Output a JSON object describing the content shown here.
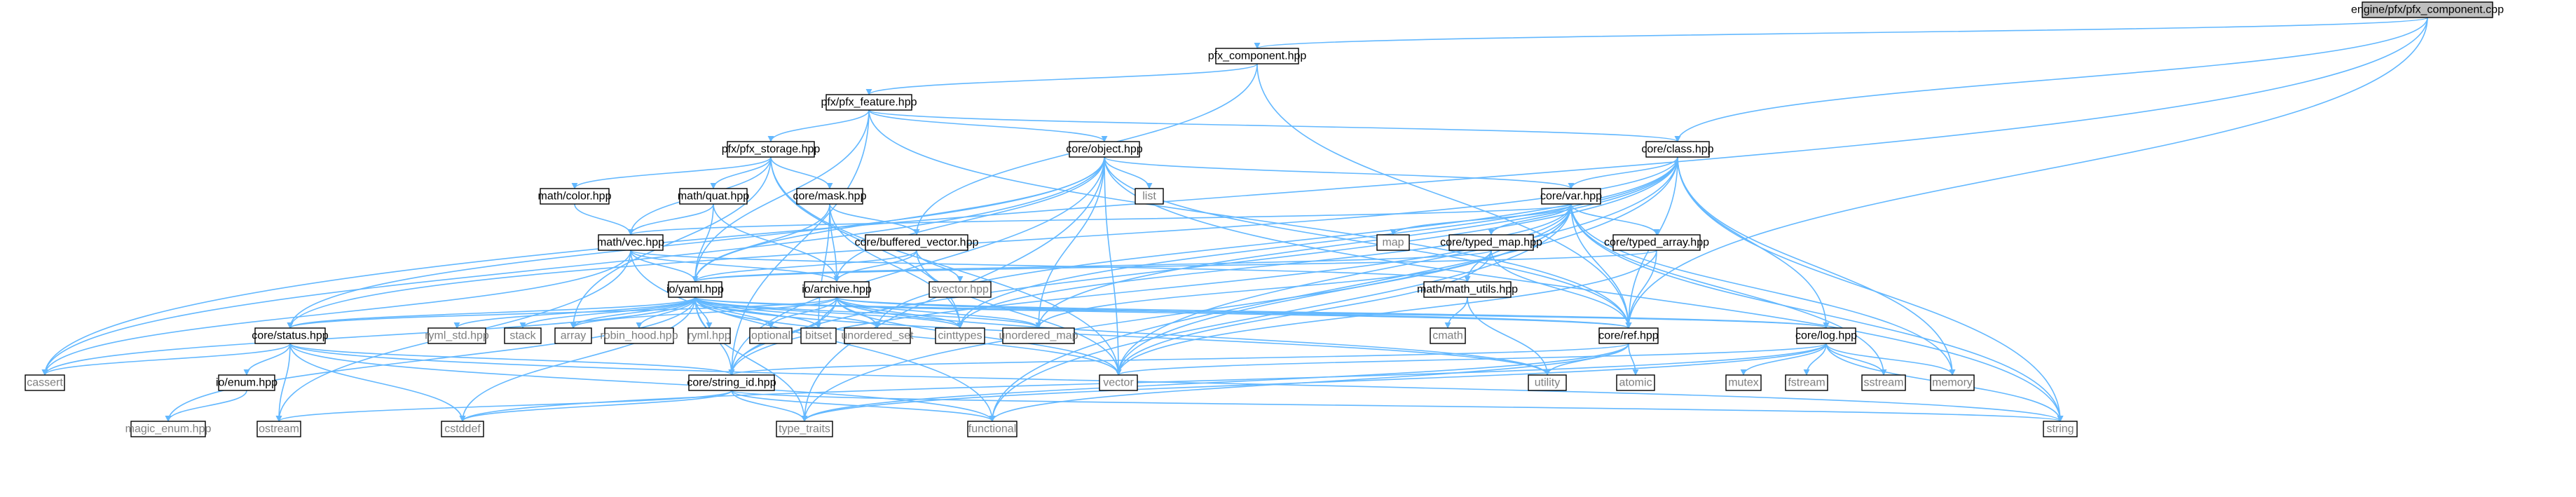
{
  "graph": {
    "style": {
      "edge_color": "#63b8ff",
      "root_fill": "#bfbfbf",
      "normal_fill": "#ffffff",
      "normal_stroke": "#000000",
      "incomplete_stroke": "#ff0000",
      "external_stroke": "#bfbfbf",
      "normal_text": "#000000",
      "external_text": "#7f7f7f"
    },
    "nodes": [
      {
        "id": "pfx_component_cpp",
        "label": "engine/pfx/pfx_component.cpp",
        "kind": "root"
      },
      {
        "id": "pfx_component_hpp",
        "label": "pfx_component.hpp",
        "kind": "normal"
      },
      {
        "id": "pfx_feature_hpp",
        "label": "pfx/pfx_feature.hpp",
        "kind": "normal"
      },
      {
        "id": "pfx_storage_hpp",
        "label": "pfx/pfx_storage.hpp",
        "kind": "normal"
      },
      {
        "id": "core_object_hpp",
        "label": "core/object.hpp",
        "kind": "normal"
      },
      {
        "id": "core_class_hpp",
        "label": "core/class.hpp",
        "kind": "normal"
      },
      {
        "id": "math_color_hpp",
        "label": "math/color.hpp",
        "kind": "normal"
      },
      {
        "id": "math_quat_hpp",
        "label": "math/quat.hpp",
        "kind": "incomplete"
      },
      {
        "id": "core_mask_hpp",
        "label": "core/mask.hpp",
        "kind": "incomplete"
      },
      {
        "id": "list",
        "label": "list",
        "kind": "external"
      },
      {
        "id": "core_var_hpp",
        "label": "core/var.hpp",
        "kind": "normal"
      },
      {
        "id": "math_vec_hpp",
        "label": "math/vec.hpp",
        "kind": "incomplete"
      },
      {
        "id": "core_buffered_vector_hpp",
        "label": "core/buffered_vector.hpp",
        "kind": "normal"
      },
      {
        "id": "map",
        "label": "map",
        "kind": "external"
      },
      {
        "id": "core_typed_map_hpp",
        "label": "core/typed_map.hpp",
        "kind": "normal"
      },
      {
        "id": "core_typed_array_hpp",
        "label": "core/typed_array.hpp",
        "kind": "normal"
      },
      {
        "id": "svector_hpp",
        "label": "svector.hpp",
        "kind": "external"
      },
      {
        "id": "io_yaml_hpp",
        "label": "io/yaml.hpp",
        "kind": "normal"
      },
      {
        "id": "io_archive_hpp",
        "label": "io/archive.hpp",
        "kind": "normal"
      },
      {
        "id": "math_math_utils_hpp",
        "label": "math/math_utils.hpp",
        "kind": "normal"
      },
      {
        "id": "cmath",
        "label": "cmath",
        "kind": "external"
      },
      {
        "id": "core_status_hpp",
        "label": "core/status.hpp",
        "kind": "normal"
      },
      {
        "id": "ryml_std_hpp",
        "label": "ryml_std.hpp",
        "kind": "external"
      },
      {
        "id": "stack",
        "label": "stack",
        "kind": "external"
      },
      {
        "id": "array",
        "label": "array",
        "kind": "external"
      },
      {
        "id": "robin_hood_hpp",
        "label": "robin_hood.hpp",
        "kind": "external"
      },
      {
        "id": "ryml_hpp",
        "label": "ryml.hpp",
        "kind": "external"
      },
      {
        "id": "optional",
        "label": "optional",
        "kind": "external"
      },
      {
        "id": "bitset",
        "label": "bitset",
        "kind": "external"
      },
      {
        "id": "unordered_set",
        "label": "unordered_set",
        "kind": "external"
      },
      {
        "id": "cinttypes",
        "label": "cinttypes",
        "kind": "external"
      },
      {
        "id": "unordered_map",
        "label": "unordered_map",
        "kind": "external"
      },
      {
        "id": "core_ref_hpp",
        "label": "core/ref.hpp",
        "kind": "normal"
      },
      {
        "id": "core_log_hpp",
        "label": "core/log.hpp",
        "kind": "normal"
      },
      {
        "id": "io_enum_hpp",
        "label": "io/enum.hpp",
        "kind": "normal"
      },
      {
        "id": "cassert",
        "label": "cassert",
        "kind": "external"
      },
      {
        "id": "core_string_id_hpp",
        "label": "core/string_id.hpp",
        "kind": "normal"
      },
      {
        "id": "vector",
        "label": "vector",
        "kind": "external"
      },
      {
        "id": "utility",
        "label": "utility",
        "kind": "external"
      },
      {
        "id": "atomic",
        "label": "atomic",
        "kind": "external"
      },
      {
        "id": "mutex",
        "label": "mutex",
        "kind": "external"
      },
      {
        "id": "fstream",
        "label": "fstream",
        "kind": "external"
      },
      {
        "id": "sstream",
        "label": "sstream",
        "kind": "external"
      },
      {
        "id": "memory",
        "label": "memory",
        "kind": "external"
      },
      {
        "id": "magic_enum_hpp",
        "label": "magic_enum.hpp",
        "kind": "external"
      },
      {
        "id": "ostream",
        "label": "ostream",
        "kind": "external"
      },
      {
        "id": "cstddef",
        "label": "cstddef",
        "kind": "external"
      },
      {
        "id": "type_traits",
        "label": "type_traits",
        "kind": "external"
      },
      {
        "id": "functional",
        "label": "functional",
        "kind": "external"
      },
      {
        "id": "string",
        "label": "string",
        "kind": "external"
      }
    ],
    "edges": [
      [
        "pfx_component_cpp",
        "pfx_component_hpp"
      ],
      [
        "pfx_component_cpp",
        "core_class_hpp"
      ],
      [
        "pfx_component_cpp",
        "core_ref_hpp"
      ],
      [
        "pfx_component_cpp",
        "cassert"
      ],
      [
        "pfx_component_hpp",
        "pfx_feature_hpp"
      ],
      [
        "pfx_component_hpp",
        "core_buffered_vector_hpp"
      ],
      [
        "pfx_component_hpp",
        "core_ref_hpp"
      ],
      [
        "pfx_feature_hpp",
        "pfx_storage_hpp"
      ],
      [
        "pfx_feature_hpp",
        "core_object_hpp"
      ],
      [
        "pfx_feature_hpp",
        "core_class_hpp"
      ],
      [
        "pfx_feature_hpp",
        "io_yaml_hpp"
      ],
      [
        "pfx_feature_hpp",
        "core_string_id_hpp"
      ],
      [
        "pfx_feature_hpp",
        "core_ref_hpp"
      ],
      [
        "pfx_storage_hpp",
        "math_color_hpp"
      ],
      [
        "pfx_storage_hpp",
        "math_quat_hpp"
      ],
      [
        "pfx_storage_hpp",
        "core_mask_hpp"
      ],
      [
        "pfx_storage_hpp",
        "math_vec_hpp"
      ],
      [
        "pfx_storage_hpp",
        "array"
      ],
      [
        "pfx_storage_hpp",
        "vector"
      ],
      [
        "pfx_storage_hpp",
        "cinttypes"
      ],
      [
        "core_object_hpp",
        "list"
      ],
      [
        "core_object_hpp",
        "core_var_hpp"
      ],
      [
        "core_object_hpp",
        "io_archive_hpp"
      ],
      [
        "core_object_hpp",
        "io_yaml_hpp"
      ],
      [
        "core_object_hpp",
        "core_ref_hpp"
      ],
      [
        "core_object_hpp",
        "core_status_hpp"
      ],
      [
        "core_object_hpp",
        "core_string_id_hpp"
      ],
      [
        "core_object_hpp",
        "unordered_map"
      ],
      [
        "core_object_hpp",
        "vector"
      ],
      [
        "core_object_hpp",
        "type_traits"
      ],
      [
        "core_object_hpp",
        "string"
      ],
      [
        "core_object_hpp",
        "cassert"
      ],
      [
        "core_class_hpp",
        "core_var_hpp"
      ],
      [
        "core_class_hpp",
        "core_ref_hpp"
      ],
      [
        "core_class_hpp",
        "core_log_hpp"
      ],
      [
        "core_class_hpp",
        "core_status_hpp"
      ],
      [
        "core_class_hpp",
        "core_string_id_hpp"
      ],
      [
        "core_class_hpp",
        "unordered_map"
      ],
      [
        "core_class_hpp",
        "unordered_set"
      ],
      [
        "core_class_hpp",
        "cinttypes"
      ],
      [
        "core_class_hpp",
        "memory"
      ],
      [
        "core_class_hpp",
        "functional"
      ],
      [
        "core_class_hpp",
        "string"
      ],
      [
        "core_class_hpp",
        "vector"
      ],
      [
        "math_color_hpp",
        "math_vec_hpp"
      ],
      [
        "math_quat_hpp",
        "math_vec_hpp"
      ],
      [
        "math_quat_hpp",
        "io_yaml_hpp"
      ],
      [
        "math_quat_hpp",
        "io_archive_hpp"
      ],
      [
        "core_mask_hpp",
        "io_yaml_hpp"
      ],
      [
        "core_mask_hpp",
        "io_archive_hpp"
      ],
      [
        "core_mask_hpp",
        "bitset"
      ],
      [
        "core_mask_hpp",
        "cinttypes"
      ],
      [
        "core_mask_hpp",
        "core_buffered_vector_hpp"
      ],
      [
        "core_var_hpp",
        "map"
      ],
      [
        "core_var_hpp",
        "math_vec_hpp"
      ],
      [
        "core_var_hpp",
        "core_typed_map_hpp"
      ],
      [
        "core_var_hpp",
        "core_typed_array_hpp"
      ],
      [
        "core_var_hpp",
        "math_math_utils_hpp"
      ],
      [
        "core_var_hpp",
        "core_ref_hpp"
      ],
      [
        "core_var_hpp",
        "core_string_id_hpp"
      ],
      [
        "core_var_hpp",
        "cinttypes"
      ],
      [
        "core_var_hpp",
        "type_traits"
      ],
      [
        "core_var_hpp",
        "vector"
      ],
      [
        "core_var_hpp",
        "sstream"
      ],
      [
        "core_var_hpp",
        "memory"
      ],
      [
        "core_var_hpp",
        "string"
      ],
      [
        "core_var_hpp",
        "functional"
      ],
      [
        "math_vec_hpp",
        "io_yaml_hpp"
      ],
      [
        "math_vec_hpp",
        "io_archive_hpp"
      ],
      [
        "math_vec_hpp",
        "math_math_utils_hpp"
      ],
      [
        "math_vec_hpp",
        "cassert"
      ],
      [
        "math_vec_hpp",
        "ostream"
      ],
      [
        "math_vec_hpp",
        "functional"
      ],
      [
        "core_buffered_vector_hpp",
        "svector_hpp"
      ],
      [
        "core_buffered_vector_hpp",
        "io_yaml_hpp"
      ],
      [
        "core_buffered_vector_hpp",
        "io_archive_hpp"
      ],
      [
        "core_buffered_vector_hpp",
        "vector"
      ],
      [
        "core_typed_map_hpp",
        "io_yaml_hpp"
      ],
      [
        "core_typed_map_hpp",
        "core_ref_hpp"
      ],
      [
        "core_typed_map_hpp",
        "unordered_map"
      ],
      [
        "core_typed_map_hpp",
        "vector"
      ],
      [
        "core_typed_array_hpp",
        "io_yaml_hpp"
      ],
      [
        "core_typed_array_hpp",
        "core_ref_hpp"
      ],
      [
        "core_typed_array_hpp",
        "vector"
      ],
      [
        "io_yaml_hpp",
        "core_status_hpp"
      ],
      [
        "io_yaml_hpp",
        "ryml_std_hpp"
      ],
      [
        "io_yaml_hpp",
        "stack"
      ],
      [
        "io_yaml_hpp",
        "array"
      ],
      [
        "io_yaml_hpp",
        "robin_hood_hpp"
      ],
      [
        "io_yaml_hpp",
        "ryml_hpp"
      ],
      [
        "io_yaml_hpp",
        "optional"
      ],
      [
        "io_yaml_hpp",
        "bitset"
      ],
      [
        "io_yaml_hpp",
        "unordered_set"
      ],
      [
        "io_yaml_hpp",
        "cinttypes"
      ],
      [
        "io_yaml_hpp",
        "unordered_map"
      ],
      [
        "io_yaml_hpp",
        "core_ref_hpp"
      ],
      [
        "io_yaml_hpp",
        "core_log_hpp"
      ],
      [
        "io_yaml_hpp",
        "core_string_id_hpp"
      ],
      [
        "io_yaml_hpp",
        "vector"
      ],
      [
        "io_yaml_hpp",
        "cassert"
      ],
      [
        "io_yaml_hpp",
        "magic_enum_hpp"
      ],
      [
        "io_yaml_hpp",
        "cstddef"
      ],
      [
        "io_yaml_hpp",
        "type_traits"
      ],
      [
        "io_yaml_hpp",
        "utility"
      ],
      [
        "io_archive_hpp",
        "core_status_hpp"
      ],
      [
        "io_archive_hpp",
        "array"
      ],
      [
        "io_archive_hpp",
        "optional"
      ],
      [
        "io_archive_hpp",
        "bitset"
      ],
      [
        "io_archive_hpp",
        "unordered_set"
      ],
      [
        "io_archive_hpp",
        "cinttypes"
      ],
      [
        "io_archive_hpp",
        "unordered_map"
      ],
      [
        "io_archive_hpp",
        "core_ref_hpp"
      ],
      [
        "io_archive_hpp",
        "core_log_hpp"
      ],
      [
        "io_archive_hpp",
        "core_string_id_hpp"
      ],
      [
        "io_archive_hpp",
        "vector"
      ],
      [
        "io_archive_hpp",
        "utility"
      ],
      [
        "math_math_utils_hpp",
        "cmath"
      ],
      [
        "math_math_utils_hpp",
        "utility"
      ],
      [
        "core_status_hpp",
        "io_enum_hpp"
      ],
      [
        "core_status_hpp",
        "cassert"
      ],
      [
        "core_status_hpp",
        "ostream"
      ],
      [
        "core_status_hpp",
        "core_string_id_hpp"
      ],
      [
        "core_status_hpp",
        "cstddef"
      ],
      [
        "core_status_hpp",
        "functional"
      ],
      [
        "core_status_hpp",
        "string"
      ],
      [
        "core_ref_hpp",
        "atomic"
      ],
      [
        "core_ref_hpp",
        "utility"
      ],
      [
        "core_ref_hpp",
        "functional"
      ],
      [
        "core_ref_hpp",
        "type_traits"
      ],
      [
        "core_ref_hpp",
        "core_string_id_hpp"
      ],
      [
        "core_log_hpp",
        "mutex"
      ],
      [
        "core_log_hpp",
        "fstream"
      ],
      [
        "core_log_hpp",
        "sstream"
      ],
      [
        "core_log_hpp",
        "memory"
      ],
      [
        "core_log_hpp",
        "string"
      ],
      [
        "core_log_hpp",
        "vector"
      ],
      [
        "core_log_hpp",
        "cstddef"
      ],
      [
        "core_log_hpp",
        "type_traits"
      ],
      [
        "io_enum_hpp",
        "magic_enum_hpp"
      ],
      [
        "core_string_id_hpp",
        "ostream"
      ],
      [
        "core_string_id_hpp",
        "cstddef"
      ],
      [
        "core_string_id_hpp",
        "type_traits"
      ],
      [
        "core_string_id_hpp",
        "functional"
      ],
      [
        "core_string_id_hpp",
        "string"
      ]
    ]
  }
}
